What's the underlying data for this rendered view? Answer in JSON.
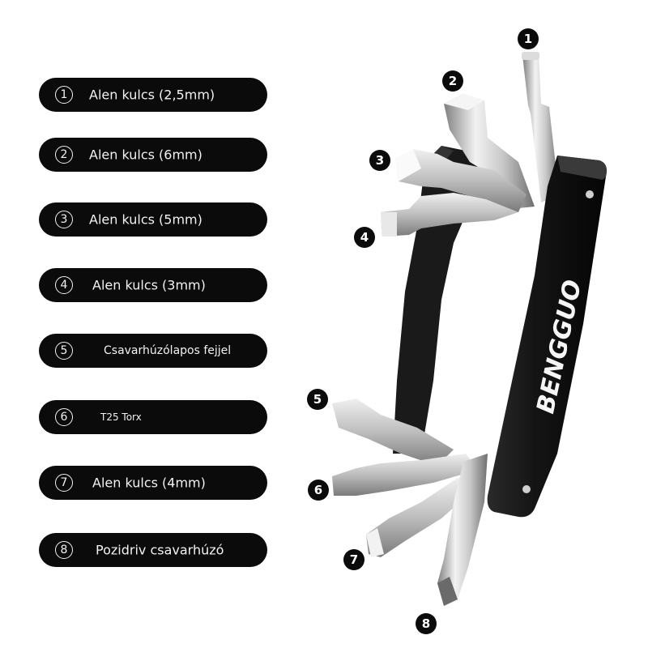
{
  "items": [
    {
      "num": "1",
      "label": "Alen kulcs (2,5mm)"
    },
    {
      "num": "2",
      "label": "Alen kulcs (6mm)"
    },
    {
      "num": "3",
      "label": "Alen kulcs (5mm)"
    },
    {
      "num": "4",
      "label": "Alen kulcs (3mm)"
    },
    {
      "num": "5",
      "label": "Csavarhúzólapos fejjel"
    },
    {
      "num": "6",
      "label": "T25 Torx"
    },
    {
      "num": "7",
      "label": "Alen kulcs (4mm)"
    },
    {
      "num": "8",
      "label": "Pozidriv csavarhúzó"
    }
  ],
  "callouts": [
    "1",
    "2",
    "3",
    "4",
    "5",
    "6",
    "7",
    "8"
  ],
  "brand": "BENGGUO",
  "colors": {
    "pill": "#0b0b0b",
    "metal_light": "#e6e6e6",
    "metal_dark": "#8d8d8d",
    "body": "#121212"
  }
}
